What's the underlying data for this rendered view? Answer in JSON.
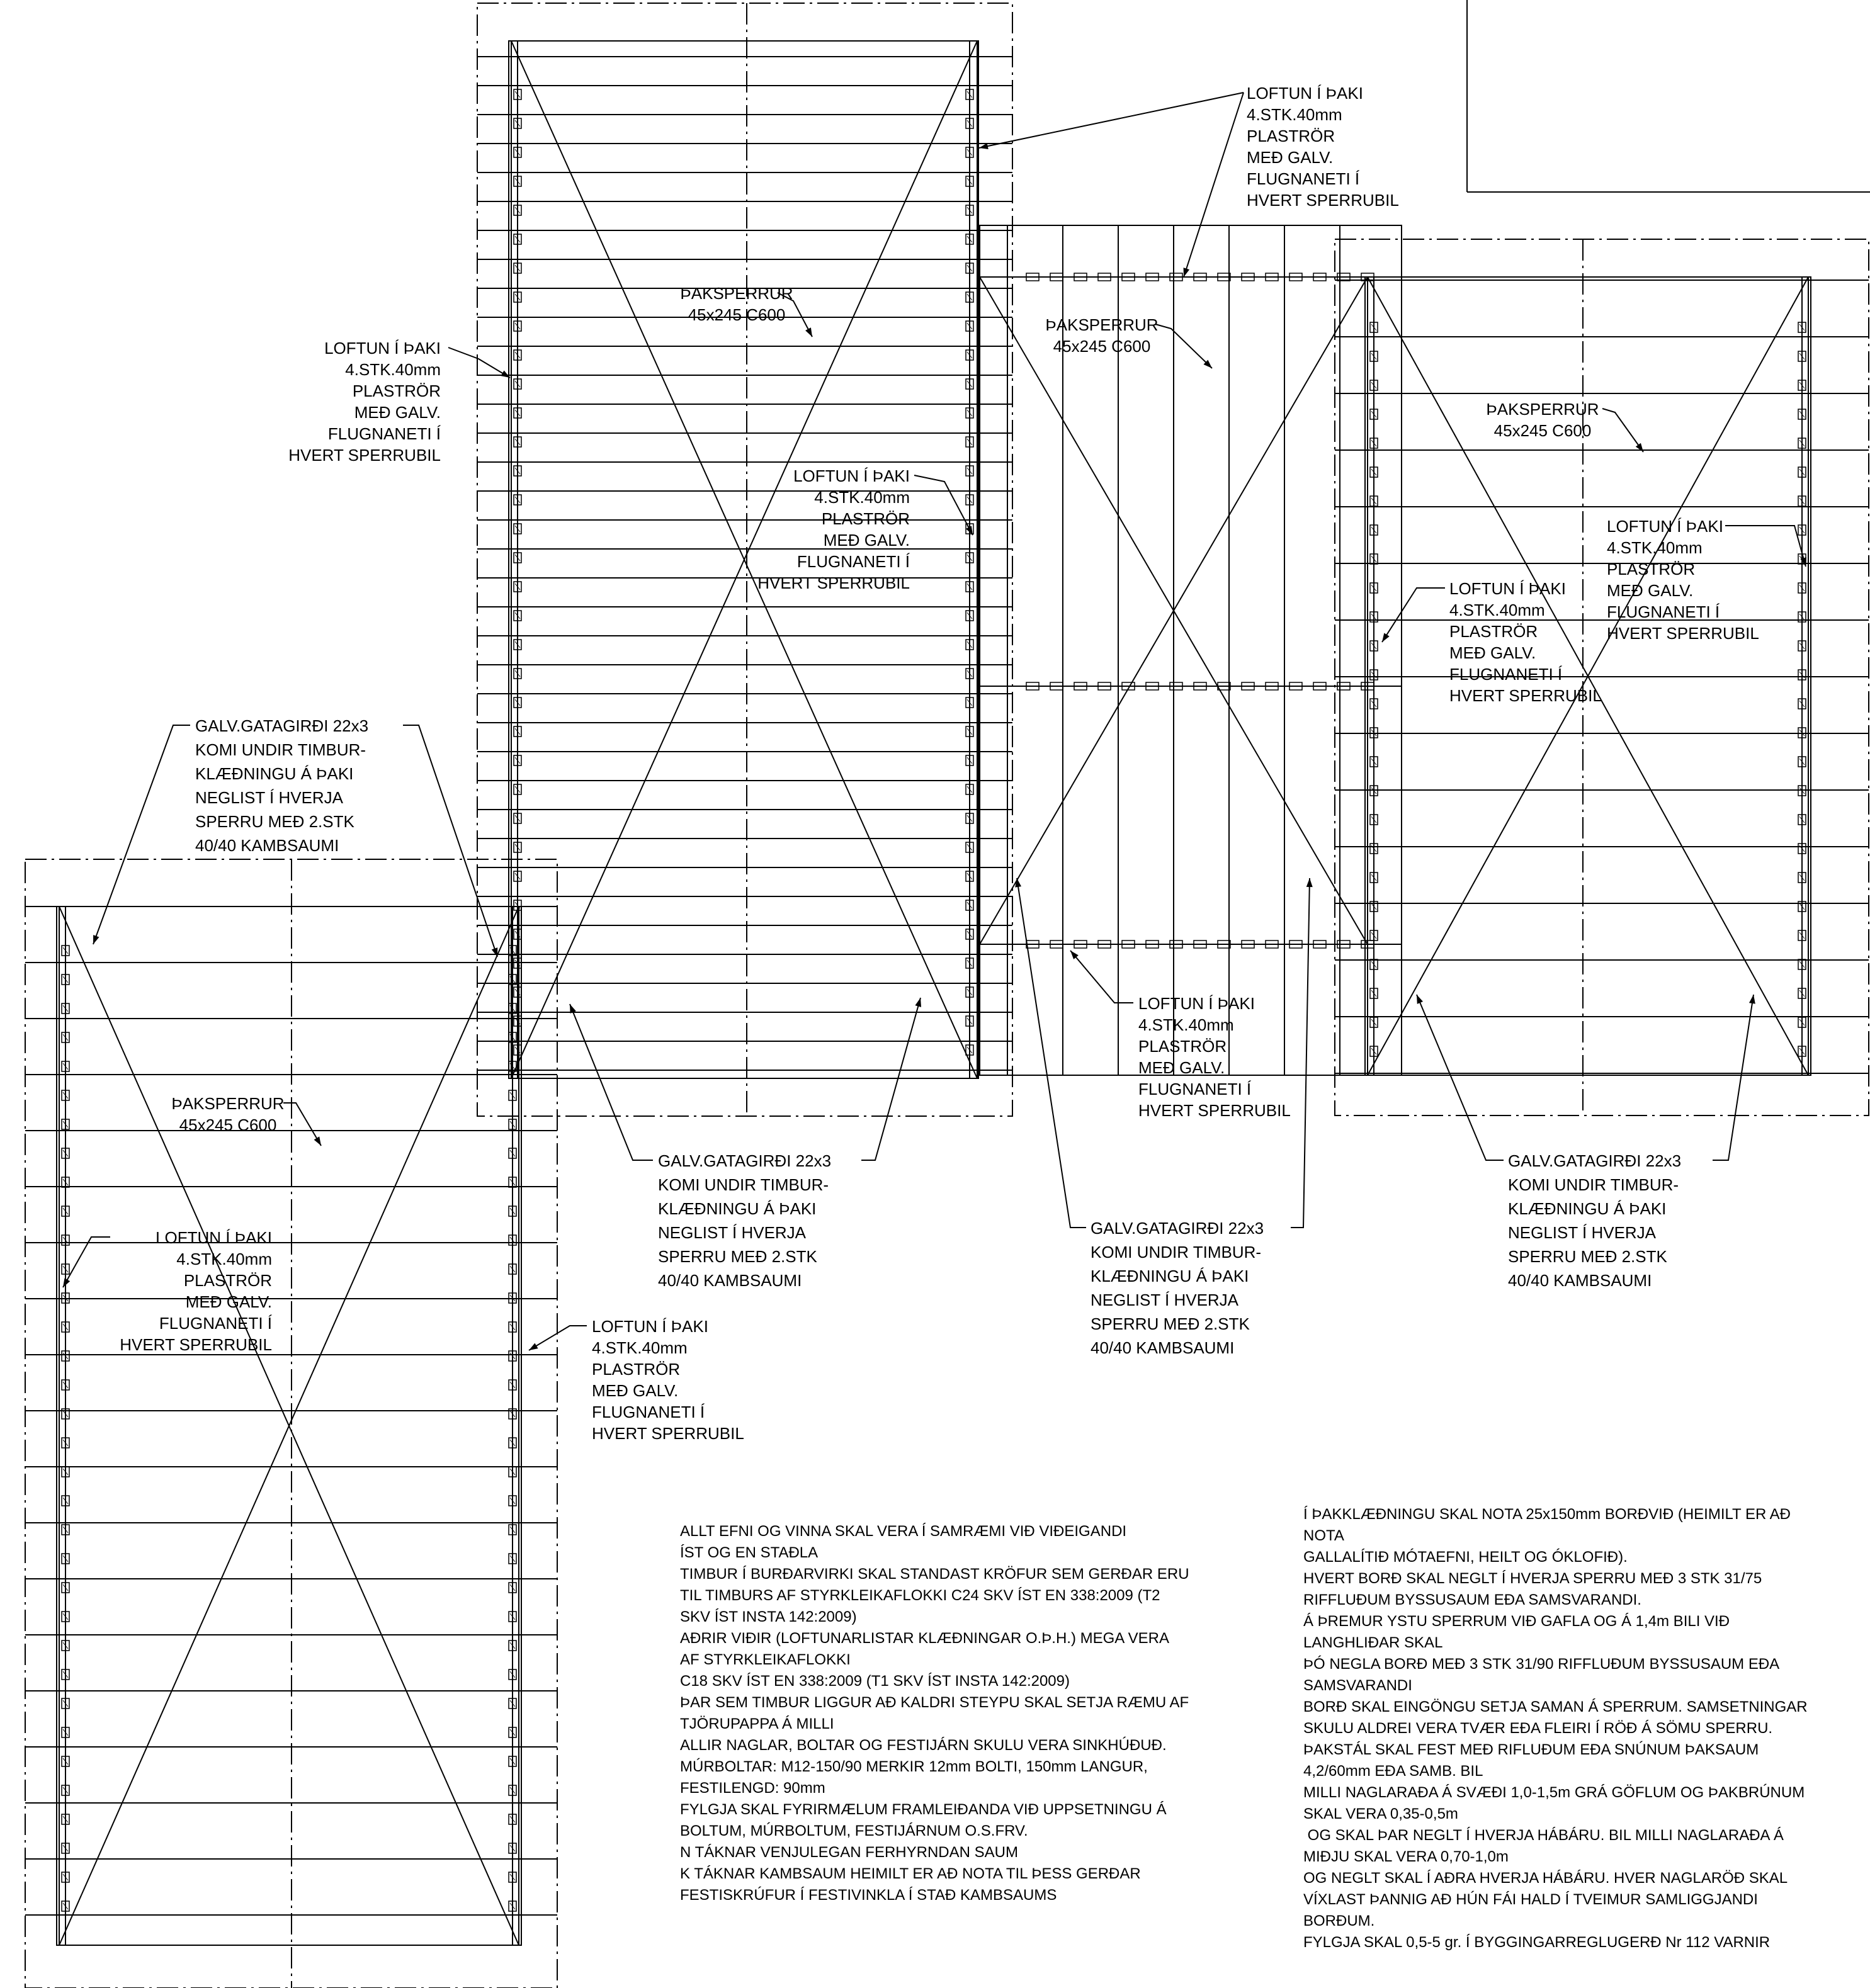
{
  "labels": {
    "loftun": [
      "LOFTUN Í ÞAKI",
      "4.STK.40mm",
      "PLASTRÖR",
      "MEÐ GALV.",
      "FLUGNANETI Í",
      "HVERT SPERRUBIL"
    ],
    "thaksperrur": [
      "ÞAKSPERRUR",
      "45x245 C600"
    ],
    "gatagirdi": [
      "GALV.GATAGIRÐI 22x3",
      "KOMI UNDIR TIMBUR-",
      "KLÆÐNINGU Á ÞAKI",
      "NEGLIST Í HVERJA",
      "SPERRU MEÐ 2.STK",
      "40/40 KAMBSAUMI"
    ]
  },
  "notes_middle": [
    "ALLT EFNI OG VINNA SKAL VERA Í SAMRÆMI VIÐ VIÐEIGANDI",
    "ÍST OG EN STAÐLA",
    "",
    "TIMBUR Í BURÐARVIRKI SKAL STANDAST KRÖFUR SEM GERÐAR ERU",
    "TIL TIMBURS AF STYRKLEIKAFLOKKI C24 SKV ÍST EN 338:2009 (T2",
    "SKV ÍST INSTA 142:2009)",
    "AÐRIR VIÐIR (LOFTUNARLISTAR KLÆÐNINGAR O.Þ.H.) MEGA VERA",
    "AF STYRKLEIKAFLOKKI",
    "C18 SKV ÍST EN 338:2009 (T1 SKV ÍST INSTA 142:2009)",
    "ÞAR SEM TIMBUR LIGGUR AÐ KALDRI STEYPU SKAL SETJA RÆMU AF",
    "TJÖRUPAPPA Á MILLI",
    "",
    "ALLIR NAGLAR, BOLTAR OG FESTIJÁRN SKULU VERA SINKHÚÐUÐ.",
    "MÚRBOLTAR: M12-150/90 MERKIR 12mm BOLTI, 150mm LANGUR,",
    "FESTILENGD: 90mm",
    "FYLGJA SKAL FYRIRMÆLUM FRAMLEIÐANDA VIÐ UPPSETNINGU Á",
    "BOLTUM, MÚRBOLTUM,  FESTIJÁRNUM O.S.FRV.",
    "N TÁKNAR VENJULEGAN FERHYRNDAN SAUM",
    "K TÁKNAR KAMBSAUM  HEIMILT ER AÐ NOTA TIL ÞESS GERÐAR",
    "FESTISKRÚFUR Í FESTIVINKLA Í STAÐ KAMBSAUMS"
  ],
  "notes_right": [
    "Í ÞAKKLÆÐNINGU SKAL NOTA 25x150mm BORÐVIÐ (HEIMILT ER AÐ",
    "NOTA",
    "GALLALÍTIÐ MÓTAEFNI, HEILT OG ÓKLOFIÐ).",
    "HVERT BORÐ SKAL NEGLT Í HVERJA SPERRU MEÐ 3 STK 31/75",
    "RIFFLUÐUM BYSSUSAUM EÐA SAMSVARANDI.",
    "Á ÞREMUR YSTU SPERRUM VIÐ GAFLA OG Á 1,4m BILI VIÐ",
    "LANGHLIÐAR SKAL",
    "ÞÓ NEGLA BORÐ MEÐ 3 STK 31/90 RIFFLUÐUM BYSSUSAUM EÐA",
    "SAMSVARANDI",
    "BORÐ SKAL EINGÖNGU SETJA SAMAN Á SPERRUM. SAMSETNINGAR",
    "SKULU ALDREI VERA TVÆR EÐA FLEIRI Í RÖÐ Á SÖMU SPERRU.",
    "",
    "ÞAKSTÁL SKAL FEST MEÐ RIFLUÐUM EÐA SNÚNUM ÞAKSAUM",
    "4,2/60mm EÐA SAMB. BIL",
    "MILLI NAGLARAÐA Á SVÆÐI 1,0-1,5m GRÁ GÖFLUM OG ÞAKBRÚNUM",
    "SKAL VERA  0,35-0,5m",
    " OG SKAL ÞAR NEGLT Í HVERJA HÁBÁRU. BIL MILLI NAGLARAÐA Á",
    "MIÐJU SKAL VERA 0,70-1,0m",
    "OG NEGLT SKAL Í AÐRA HVERJA HÁBÁRU. HVER NAGLARÖÐ SKAL",
    "VÍXLAST  ÞANNIG AÐ HÚN FÁI HALD Í TVEIMUR SAMLIGGJANDI",
    "BORÐUM.",
    "",
    "FYLGJA SKAL 0,5-5 gr. Í BYGGINGARREGLUGERÐ Nr 112 VARNIR"
  ]
}
